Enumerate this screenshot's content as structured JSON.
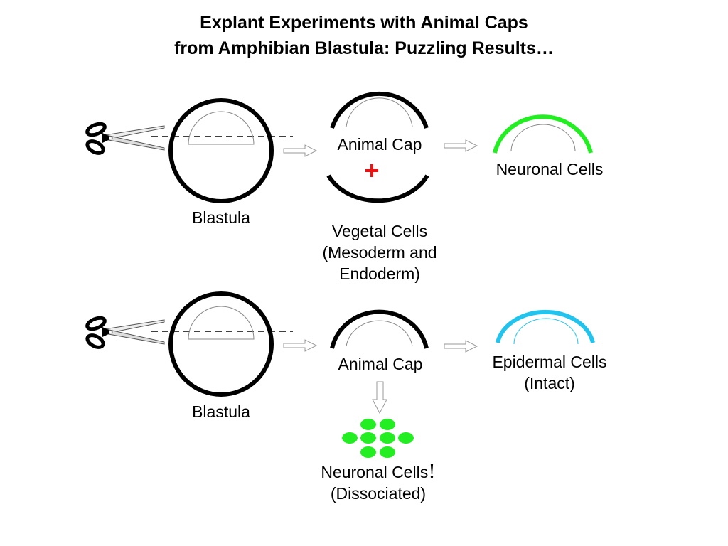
{
  "title": {
    "line1": "Explant Experiments with Animal Caps",
    "line2": "from Amphibian Blastula: Puzzling Results…"
  },
  "row1": {
    "blastula_label": "Blastula",
    "animal_cap_label": "Animal Cap",
    "plus_symbol": "+",
    "vegetal_line1": "Vegetal Cells",
    "vegetal_line2": "(Mesoderm and",
    "vegetal_line3": "Endoderm)",
    "result_label": "Neuronal Cells"
  },
  "row2": {
    "blastula_label": "Blastula",
    "animal_cap_label": "Animal Cap",
    "result_line1": "Epidermal Cells",
    "result_line2": "(Intact)",
    "dissociated_line1": "Neuronal Cells",
    "dissociated_exclaim": "!",
    "dissociated_line2": "(Dissociated)"
  },
  "colors": {
    "neuronal": "#22ee22",
    "epidermal": "#22c4ee",
    "plus": "#ee1111",
    "outline": "#000000"
  },
  "icons": [
    "scissors-icon",
    "arrow-right-icon",
    "arrow-down-icon"
  ]
}
